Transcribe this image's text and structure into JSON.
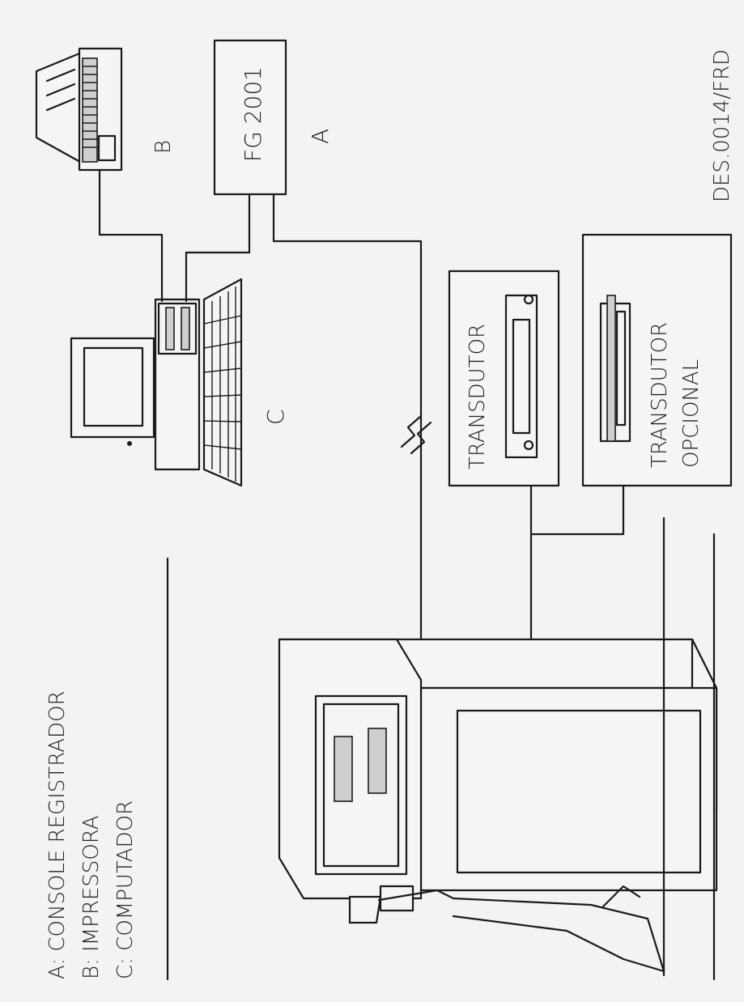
{
  "legend": {
    "a": "A:  CONSOLE REGISTRADOR",
    "b": "B:  IMPRESSORA",
    "c": "C:  COMPUTADOR"
  },
  "labels": {
    "console_device_name": "FG 2001",
    "console_letter": "A",
    "printer_letter": "B",
    "computer_letter": "C",
    "transducer": "TRANSDUTOR",
    "optional_transducer_line1": "TRANSDUTOR",
    "optional_transducer_line2": "OPCIONAL",
    "drawing_code": "DES.0014/FRD"
  }
}
